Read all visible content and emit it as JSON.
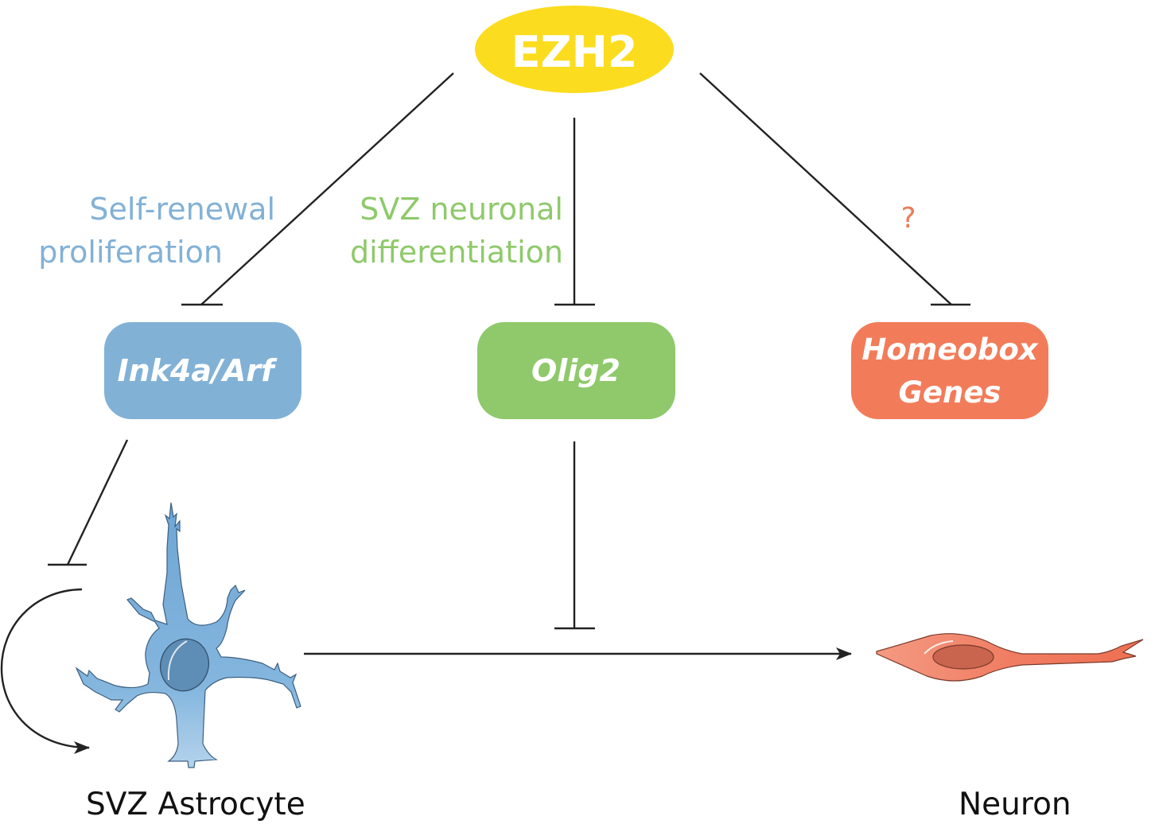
{
  "colors": {
    "ezh2": "#FCDC1E",
    "ink4a": "#82B1D6",
    "olig2": "#8FC96B",
    "homeobox": "#F27C5A",
    "question": "#EE7B5A",
    "astrocyte_body": "#7DB0DA",
    "astrocyte_nucleus": "#5E8DB5",
    "neuron_body": "#F07D63",
    "neuron_nucleus": "#C9644E",
    "edge": "#222222"
  },
  "hub": {
    "label": "EZH2"
  },
  "targets": [
    {
      "id": "ink4a",
      "label": "Ink4a/Arf",
      "annotation": [
        "Self-renewal",
        "proliferation"
      ]
    },
    {
      "id": "olig2",
      "label": "Olig2",
      "annotation": [
        "SVZ neuronal",
        "differentiation"
      ]
    },
    {
      "id": "homeobox",
      "label": [
        "Homeobox",
        "Genes"
      ],
      "annotation": [
        "?"
      ]
    }
  ],
  "cells": {
    "astrocyte": {
      "label": "SVZ Astrocyte"
    },
    "neuron": {
      "label": "Neuron"
    }
  },
  "edges": [
    {
      "from": "EZH2",
      "to": "Ink4a/Arf",
      "type": "inhibition"
    },
    {
      "from": "EZH2",
      "to": "Olig2",
      "type": "inhibition"
    },
    {
      "from": "EZH2",
      "to": "Homeobox Genes",
      "type": "inhibition"
    },
    {
      "from": "Ink4a/Arf",
      "to": "SVZ Astrocyte self-renewal",
      "type": "inhibition"
    },
    {
      "from": "SVZ Astrocyte",
      "to": "SVZ Astrocyte",
      "type": "activation-loop"
    },
    {
      "from": "Olig2",
      "to": "Astrocyte-to-Neuron differentiation",
      "type": "inhibition"
    },
    {
      "from": "SVZ Astrocyte",
      "to": "Neuron",
      "type": "activation"
    }
  ]
}
